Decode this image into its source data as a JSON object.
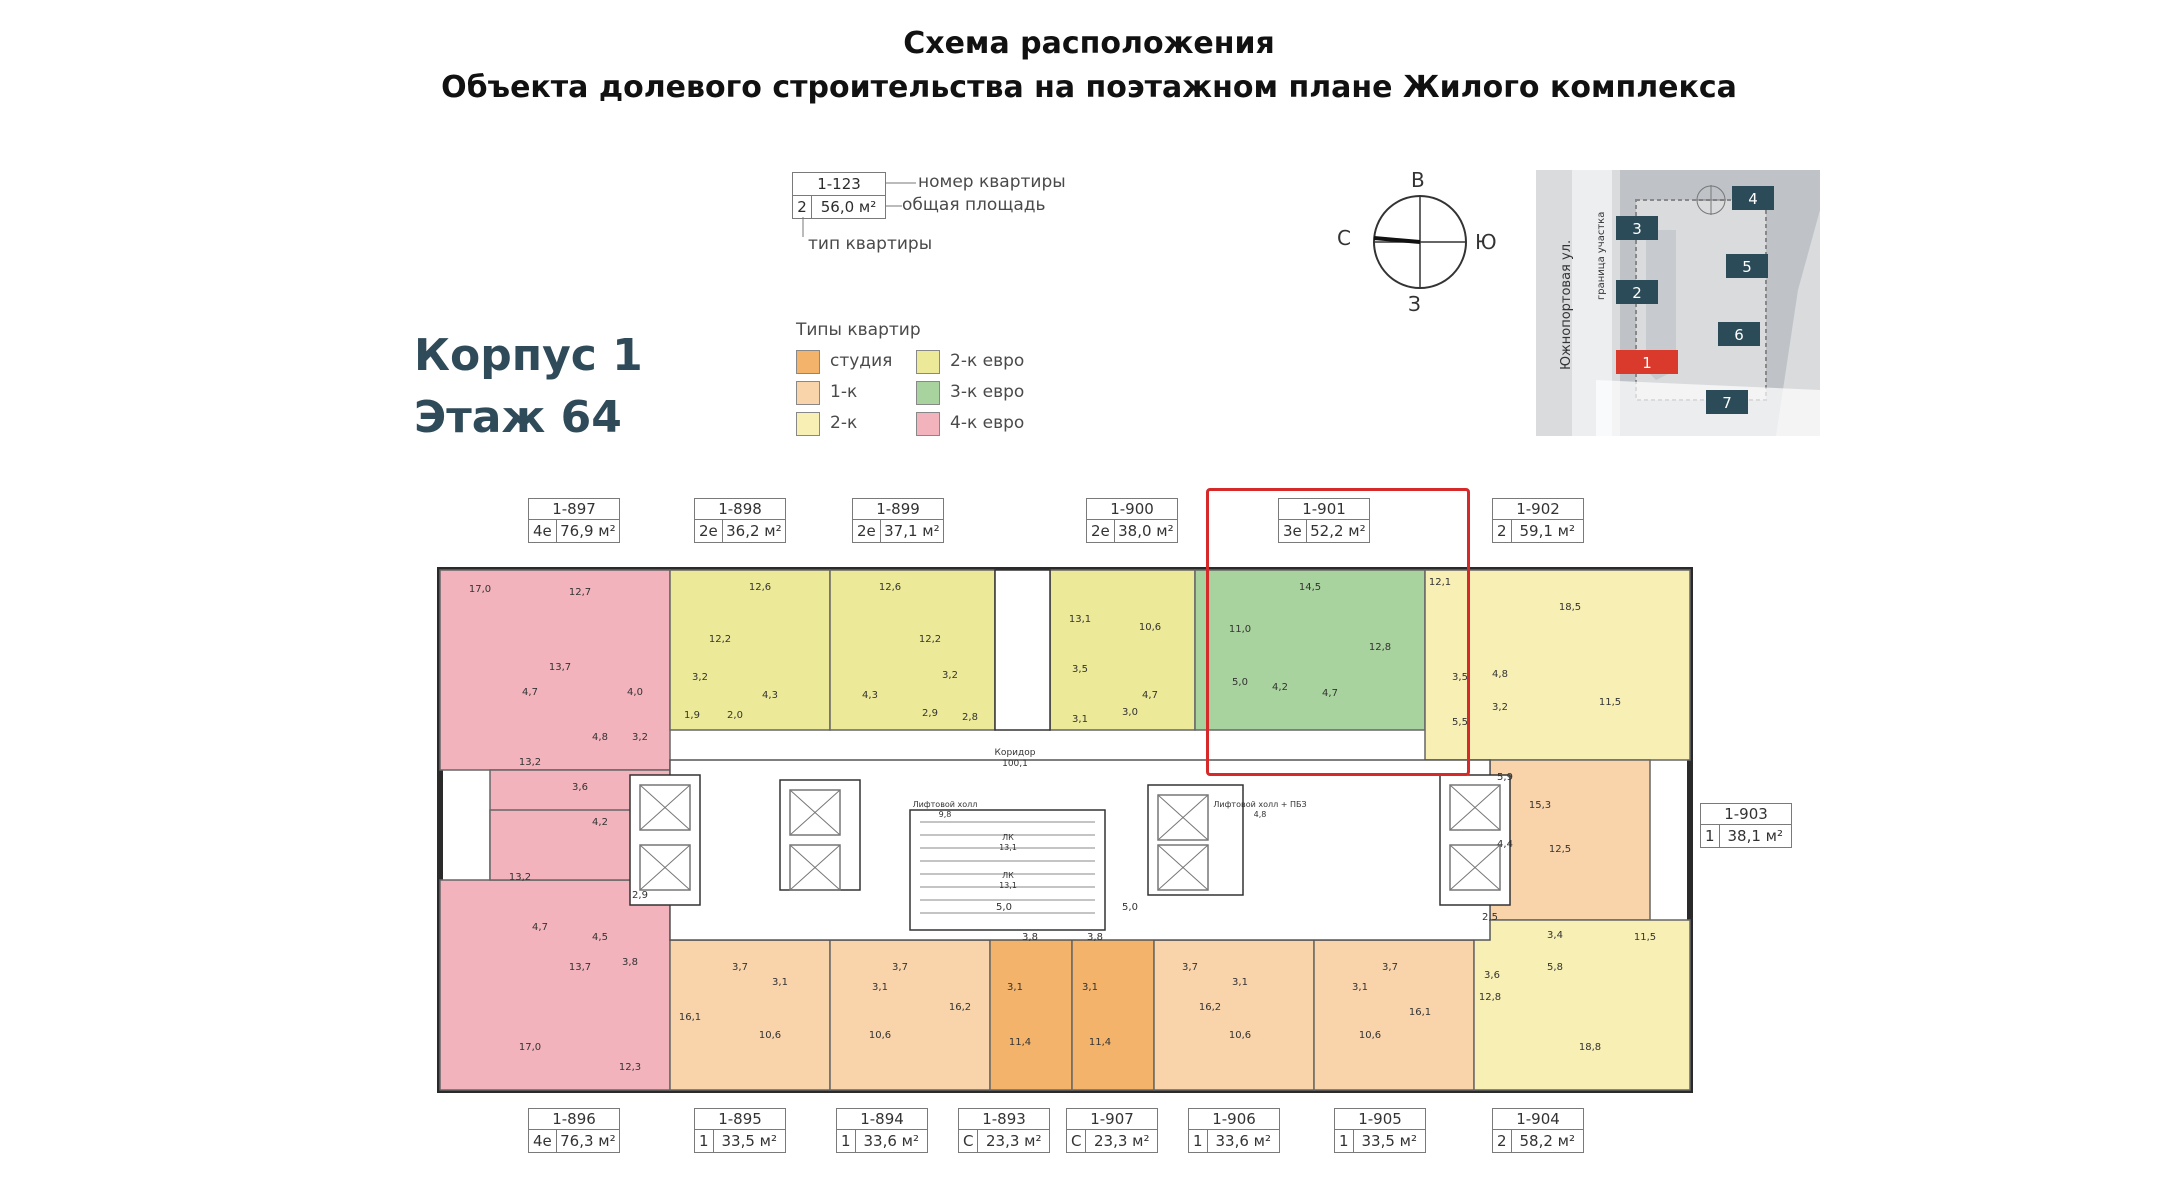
{
  "title": {
    "line1": "Схема расположения",
    "line2": "Объекта долевого строительства  на поэтажном плане Жилого комплекса"
  },
  "building": {
    "line1": "Корпус 1",
    "line2": "Этаж 64"
  },
  "key": {
    "number": "1-123",
    "type": "2",
    "area": "56,0 м²",
    "label_number": "номер квартиры",
    "label_area": "общая площадь",
    "label_type": "тип квартиры"
  },
  "legend": {
    "title": "Типы квартир",
    "items": [
      {
        "label": "студия",
        "color": "#f4b36a"
      },
      {
        "label": "1-к",
        "color": "#f9d3aa"
      },
      {
        "label": "2-к",
        "color": "#f7efb4"
      },
      {
        "label": "2-к евро",
        "color": "#ecea98"
      },
      {
        "label": "3-к евро",
        "color": "#a9d39e"
      },
      {
        "label": "4-к евро",
        "color": "#f2b3bc"
      }
    ]
  },
  "compass": {
    "n": "В",
    "w": "С",
    "e": "Ю",
    "s": "З"
  },
  "site_map": {
    "street": "Южнопортовая ул.",
    "boundary": "граница участка",
    "buildings": [
      "1",
      "2",
      "3",
      "4",
      "5",
      "6",
      "7"
    ]
  },
  "apartments": [
    {
      "num": "1-897",
      "type": "4е",
      "area": "76,9 м²"
    },
    {
      "num": "1-898",
      "type": "2е",
      "area": "36,2 м²"
    },
    {
      "num": "1-899",
      "type": "2е",
      "area": "37,1 м²"
    },
    {
      "num": "1-900",
      "type": "2е",
      "area": "38,0 м²"
    },
    {
      "num": "1-901",
      "type": "3е",
      "area": "52,2 м²"
    },
    {
      "num": "1-902",
      "type": "2",
      "area": "59,1 м²"
    },
    {
      "num": "1-903",
      "type": "1",
      "area": "38,1 м²"
    },
    {
      "num": "1-896",
      "type": "4е",
      "area": "76,3 м²"
    },
    {
      "num": "1-895",
      "type": "1",
      "area": "33,5 м²"
    },
    {
      "num": "1-894",
      "type": "1",
      "area": "33,6 м²"
    },
    {
      "num": "1-893",
      "type": "С",
      "area": "23,3 м²"
    },
    {
      "num": "1-907",
      "type": "С",
      "area": "23,3 м²"
    },
    {
      "num": "1-906",
      "type": "1",
      "area": "33,6 м²"
    },
    {
      "num": "1-905",
      "type": "1",
      "area": "33,5 м²"
    },
    {
      "num": "1-904",
      "type": "2",
      "area": "58,2 м²"
    }
  ],
  "plan_labels": {
    "corridor": "Коридор",
    "corridor_area": "100,1",
    "lift_hall": "Лифтовой холл",
    "lift_hall_area": "9,8",
    "lift_hall2": "Лифтовой холл + ПБЗ",
    "lift_hall2_area": "4,8",
    "stair1": "ЛК",
    "stair1_area": "13,1",
    "stair2": "ЛК",
    "stair2_area": "13,1"
  },
  "room_areas": {
    "r897a": "17,0",
    "r897b": "12,7",
    "r897c": "13,7",
    "r897d": "4,7",
    "r897e": "4,0",
    "r897f": "4,8",
    "r897g": "3,2",
    "r897h": "13,2",
    "r897i": "3,6",
    "r897j": "4,2",
    "r898a": "12,6",
    "r898b": "12,2",
    "r898c": "3,2",
    "r898d": "4,3",
    "r898e": "2,0",
    "r898f": "1,9",
    "r899a": "12,6",
    "r899b": "12,2",
    "r899c": "4,3",
    "r899d": "3,2",
    "r899e": "2,9",
    "r899f": "2,8",
    "r900a": "13,1",
    "r900b": "10,6",
    "r900c": "3,5",
    "r900d": "4,7",
    "r900e": "3,0",
    "r900f": "3,1",
    "r901a": "14,5",
    "r901b": "11,0",
    "r901c": "12,8",
    "r901d": "5,0",
    "r901e": "4,2",
    "r901f": "4,7",
    "r902a": "12,1",
    "r902b": "18,5",
    "r902c": "3,5",
    "r902d": "4,8",
    "r902e": "3,2",
    "r902f": "11,5",
    "r902g": "5,5",
    "r903a": "5,9",
    "r903b": "15,3",
    "r903c": "4,4",
    "r903d": "12,5",
    "r896a": "13,2",
    "r896b": "2,9",
    "r896c": "4,7",
    "r896d": "4,5",
    "r896e": "13,7",
    "r896f": "3,8",
    "r896g": "17,0",
    "r896h": "12,3",
    "r895a": "3,7",
    "r895b": "16,1",
    "r895c": "10,6",
    "r895d": "3,1",
    "r894a": "3,7",
    "r894b": "3,1",
    "r894c": "10,6",
    "r894d": "16,2",
    "r893a": "5,0",
    "r893b": "3,8",
    "r893c": "3,1",
    "r893d": "11,4",
    "r907a": "3,8",
    "r907b": "5,0",
    "r907c": "3,1",
    "r907d": "11,4",
    "r906a": "16,2",
    "r906b": "3,7",
    "r906c": "10,6",
    "r906d": "3,1",
    "r905a": "3,7",
    "r905b": "3,1",
    "r905c": "10,6",
    "r905d": "16,1",
    "r904a": "2,5",
    "r904b": "3,4",
    "r904c": "11,5",
    "r904d": "3,6",
    "r904e": "12,8",
    "r904f": "5,8",
    "r904g": "18,8"
  },
  "highlight": "1-901"
}
